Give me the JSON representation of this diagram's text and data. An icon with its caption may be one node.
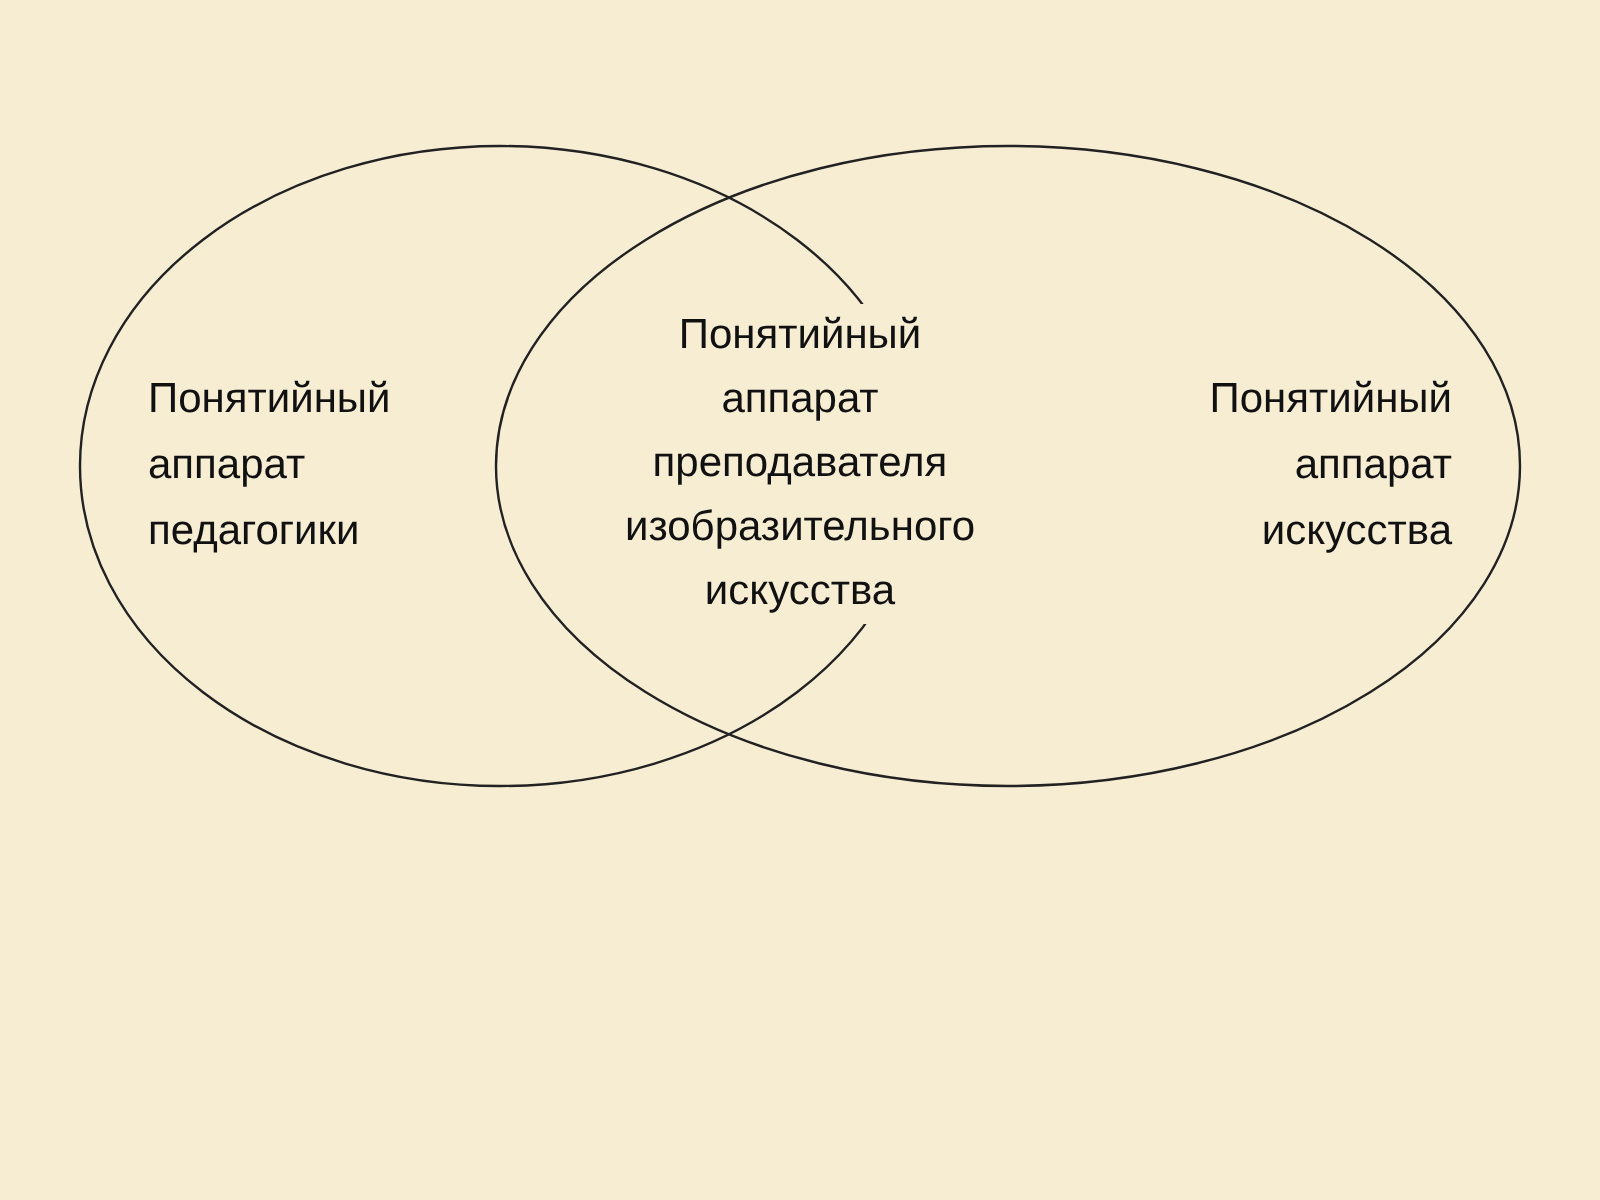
{
  "diagram": {
    "nodes": [
      {
        "text": [
          "Понятийный аппарат педагогики"
        ]
      },
      {
        "text": [
          "Понятийный аппарат искусства"
        ]
      }
    ],
    "labels": [
      "Понятийный аппарат преподавателя изобразительного искусства"
    ]
  }
}
